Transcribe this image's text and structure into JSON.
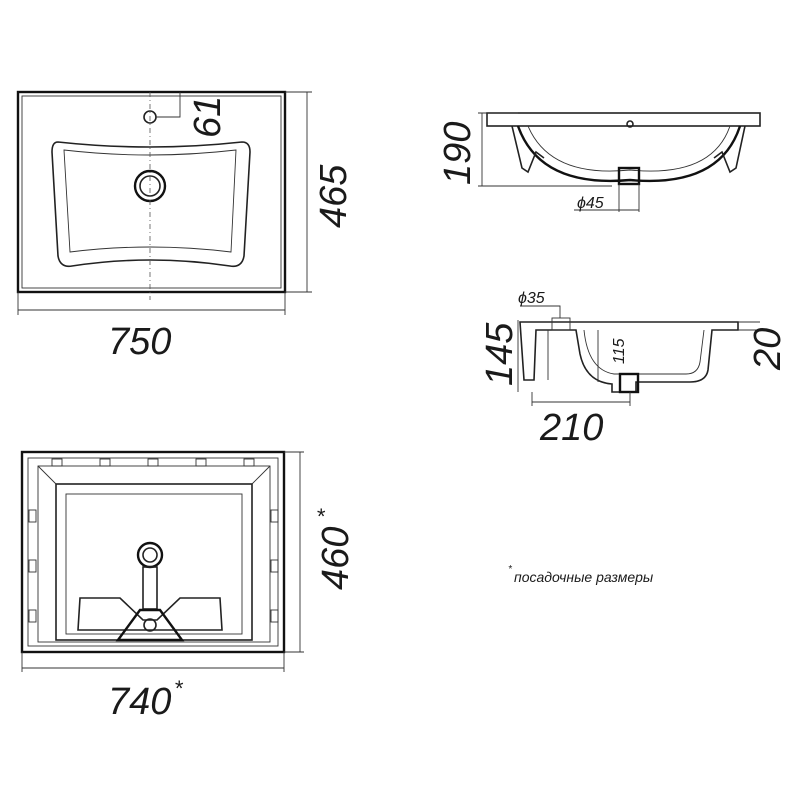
{
  "top_view": {
    "width": "750",
    "depth": "465",
    "tap_offset": "61"
  },
  "side_view": {
    "height": "190",
    "drain": "ϕ45"
  },
  "section_view": {
    "tap_hole": "ϕ35",
    "overall": "145",
    "bowl": "115",
    "rim": "20",
    "length": "210"
  },
  "bottom_view": {
    "width": "740",
    "depth": "460",
    "asterisk": "*"
  },
  "note": {
    "asterisk": "*",
    "text": "посадочные размеры"
  }
}
